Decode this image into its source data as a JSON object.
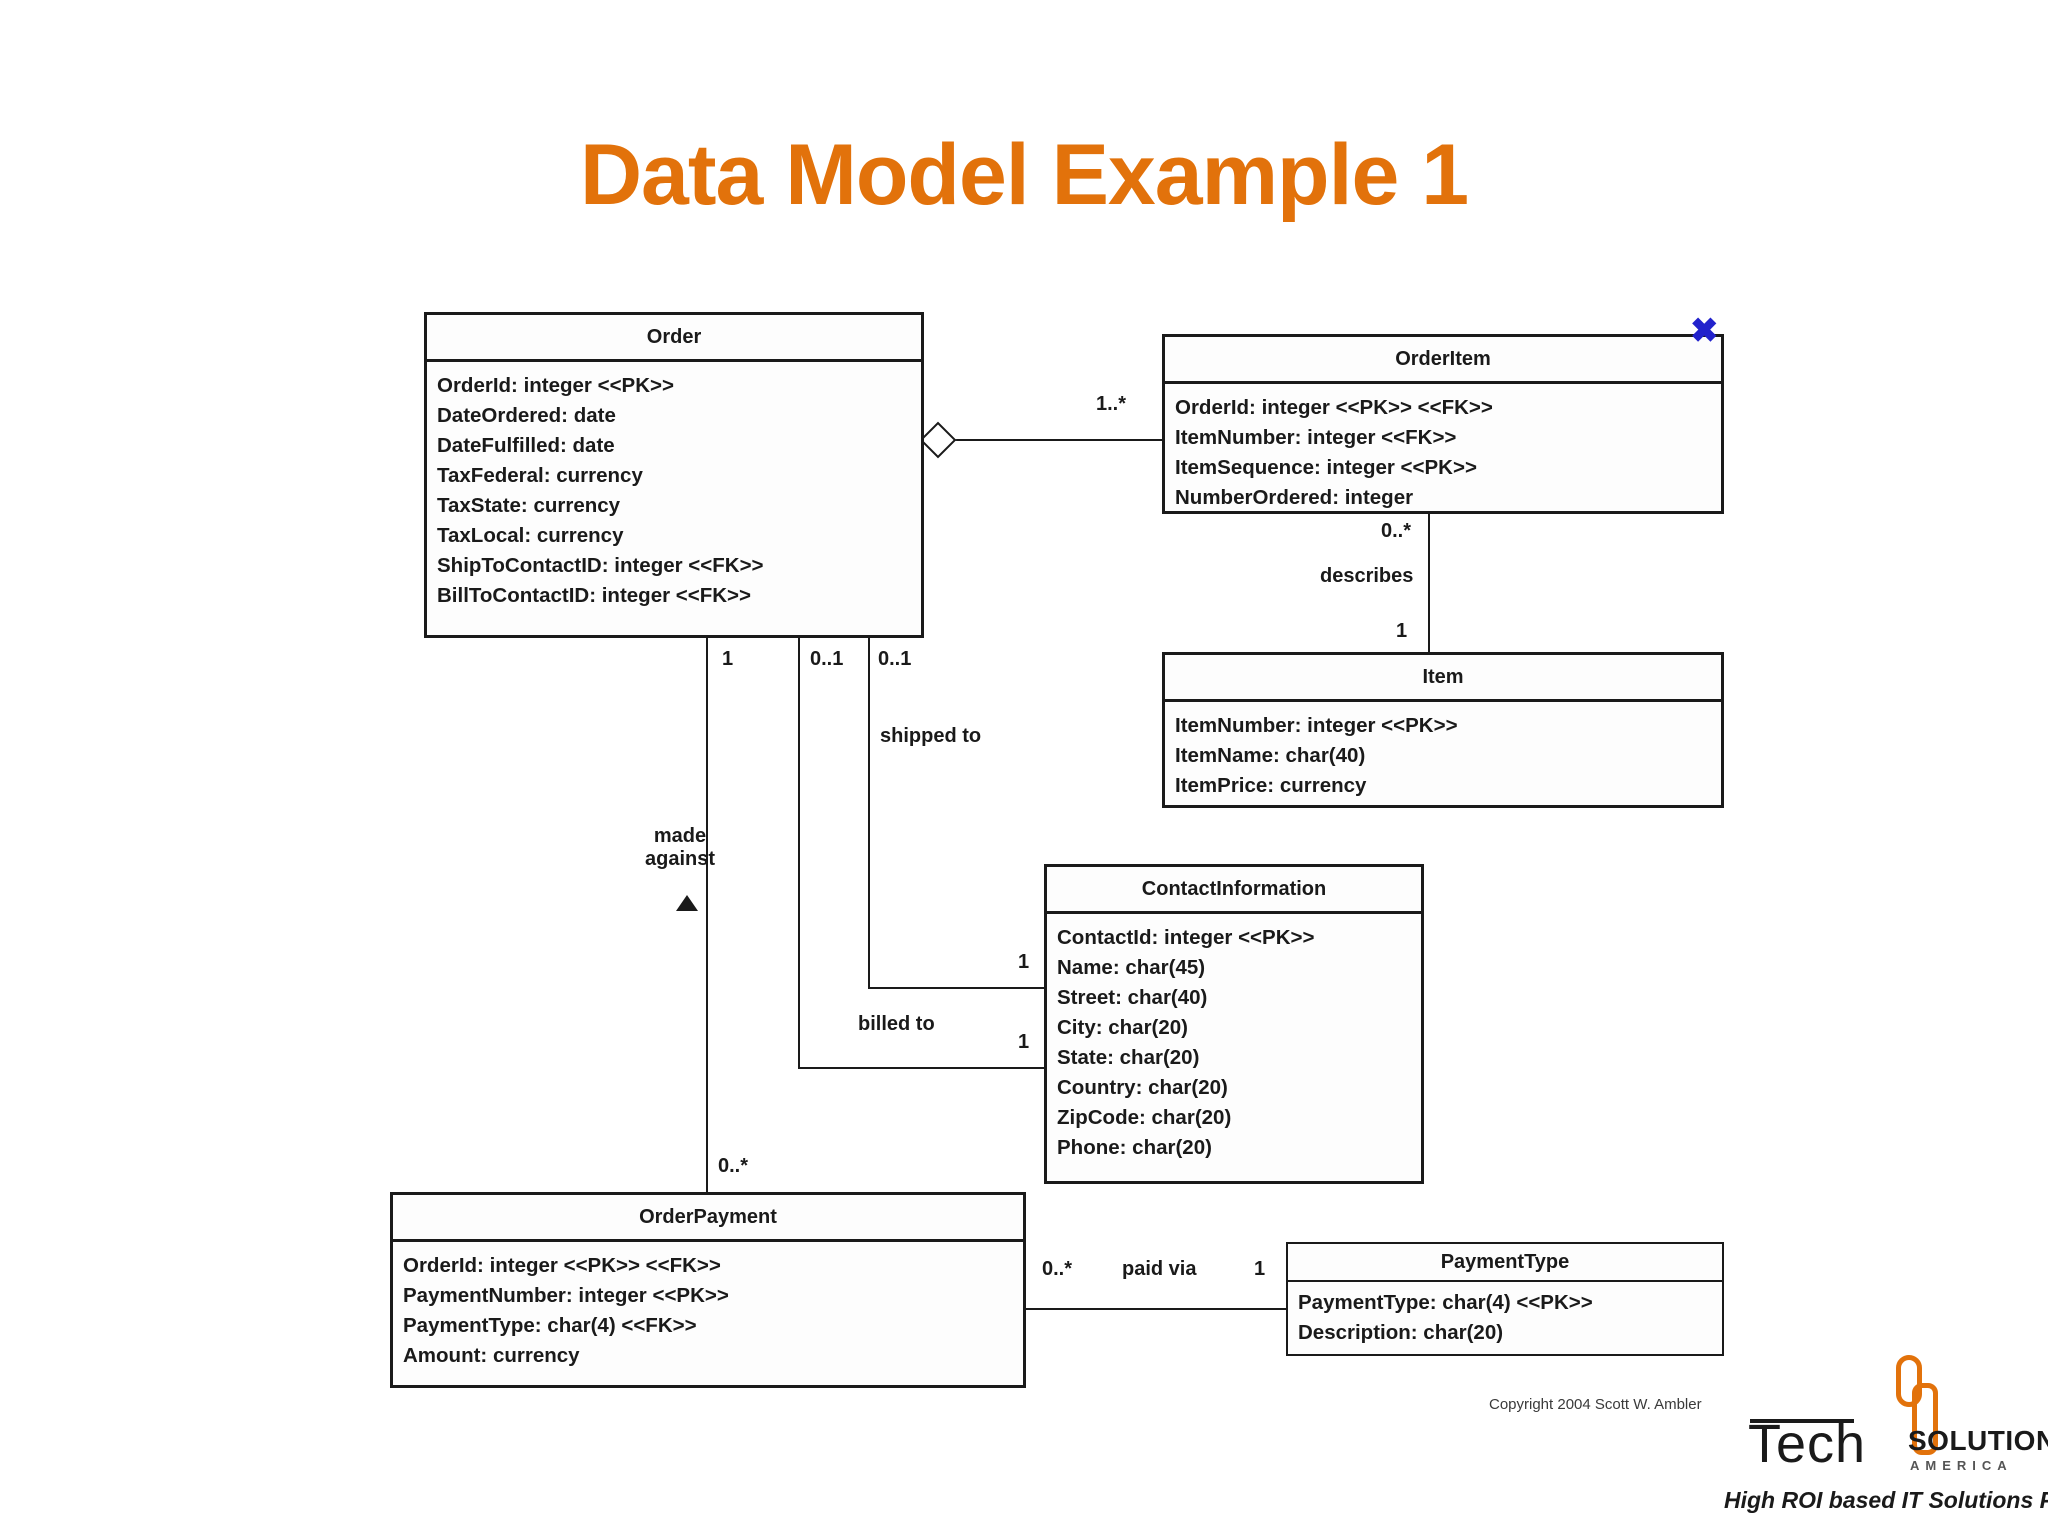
{
  "slide": {
    "title": "Data Model Example 1",
    "title_color": "#E2720B",
    "copyright": "Copyright 2004 Scott W. Ambler",
    "marker_x": "✖"
  },
  "logo": {
    "name_primary": "Tech",
    "name_secondary": "SOLUTIONS",
    "name_tertiary": "AMERICA",
    "tagline": "High ROI based IT Solutions Provider",
    "accent_color": "#E2720B"
  },
  "classes": [
    {
      "id": "order",
      "name": "Order",
      "attributes": [
        "OrderId: integer <<PK>>",
        "DateOrdered: date",
        "DateFulfilled: date",
        "TaxFederal: currency",
        "TaxState: currency",
        "TaxLocal: currency",
        "ShipToContactID: integer <<FK>>",
        "BillToContactID: integer <<FK>>"
      ]
    },
    {
      "id": "orderitem",
      "name": "OrderItem",
      "attributes": [
        "OrderId: integer <<PK>> <<FK>>",
        "ItemNumber: integer <<FK>>",
        "ItemSequence: integer <<PK>>",
        "NumberOrdered: integer"
      ]
    },
    {
      "id": "item",
      "name": "Item",
      "attributes": [
        "ItemNumber: integer <<PK>>",
        "ItemName: char(40)",
        "ItemPrice: currency"
      ]
    },
    {
      "id": "contactinformation",
      "name": "ContactInformation",
      "attributes": [
        "ContactId: integer <<PK>>",
        "Name: char(45)",
        "Street: char(40)",
        "City: char(20)",
        "State: char(20)",
        "Country: char(20)",
        "ZipCode: char(20)",
        "Phone: char(20)"
      ]
    },
    {
      "id": "orderpayment",
      "name": "OrderPayment",
      "attributes": [
        "OrderId: integer <<PK>> <<FK>>",
        "PaymentNumber: integer <<PK>>",
        "PaymentType: char(4) <<FK>>",
        "Amount: currency"
      ]
    },
    {
      "id": "paymenttype",
      "name": "PaymentType",
      "attributes": [
        "PaymentType: char(4) <<PK>>",
        "Description: char(20)"
      ]
    }
  ],
  "relationships": [
    {
      "id": "order-orderitem",
      "from": "Order",
      "to": "OrderItem",
      "kind": "aggregation",
      "label": "",
      "from_multiplicity": "",
      "to_multiplicity": "1..*"
    },
    {
      "id": "orderitem-item",
      "from": "OrderItem",
      "to": "Item",
      "kind": "association",
      "label": "describes",
      "from_multiplicity": "0..*",
      "to_multiplicity": "1"
    },
    {
      "id": "order-contact-shipped",
      "from": "Order",
      "to": "ContactInformation",
      "kind": "association",
      "label": "shipped to",
      "from_multiplicity": "0..1",
      "to_multiplicity": "1"
    },
    {
      "id": "order-contact-billed",
      "from": "Order",
      "to": "ContactInformation",
      "kind": "association",
      "label": "billed to",
      "from_multiplicity": "0..1",
      "to_multiplicity": "1"
    },
    {
      "id": "order-orderpayment",
      "from": "Order",
      "to": "OrderPayment",
      "kind": "association",
      "label": "made against",
      "from_multiplicity": "1",
      "to_multiplicity": "0..*"
    },
    {
      "id": "orderpayment-paymenttype",
      "from": "OrderPayment",
      "to": "PaymentType",
      "kind": "association",
      "label": "paid via",
      "from_multiplicity": "0..*",
      "to_multiplicity": "1"
    }
  ],
  "multiplicity_labels": {
    "order_to_orderitem": "1..*",
    "orderitem_to_item_near": "0..*",
    "orderitem_to_item_far": "1",
    "order_made_against": "1",
    "order_billed_to": "0..1",
    "order_shipped_to": "0..1",
    "contact_shipped_to": "1",
    "contact_billed_to": "1",
    "orderpayment_to_order": "0..*",
    "orderpayment_to_paymenttype": "0..*",
    "paymenttype_to_orderpayment": "1"
  },
  "role_labels": {
    "describes": "describes",
    "shipped_to": "shipped to",
    "made_against_line1": "made",
    "made_against_line2": "against",
    "billed_to": "billed to",
    "paid_via": "paid via"
  }
}
